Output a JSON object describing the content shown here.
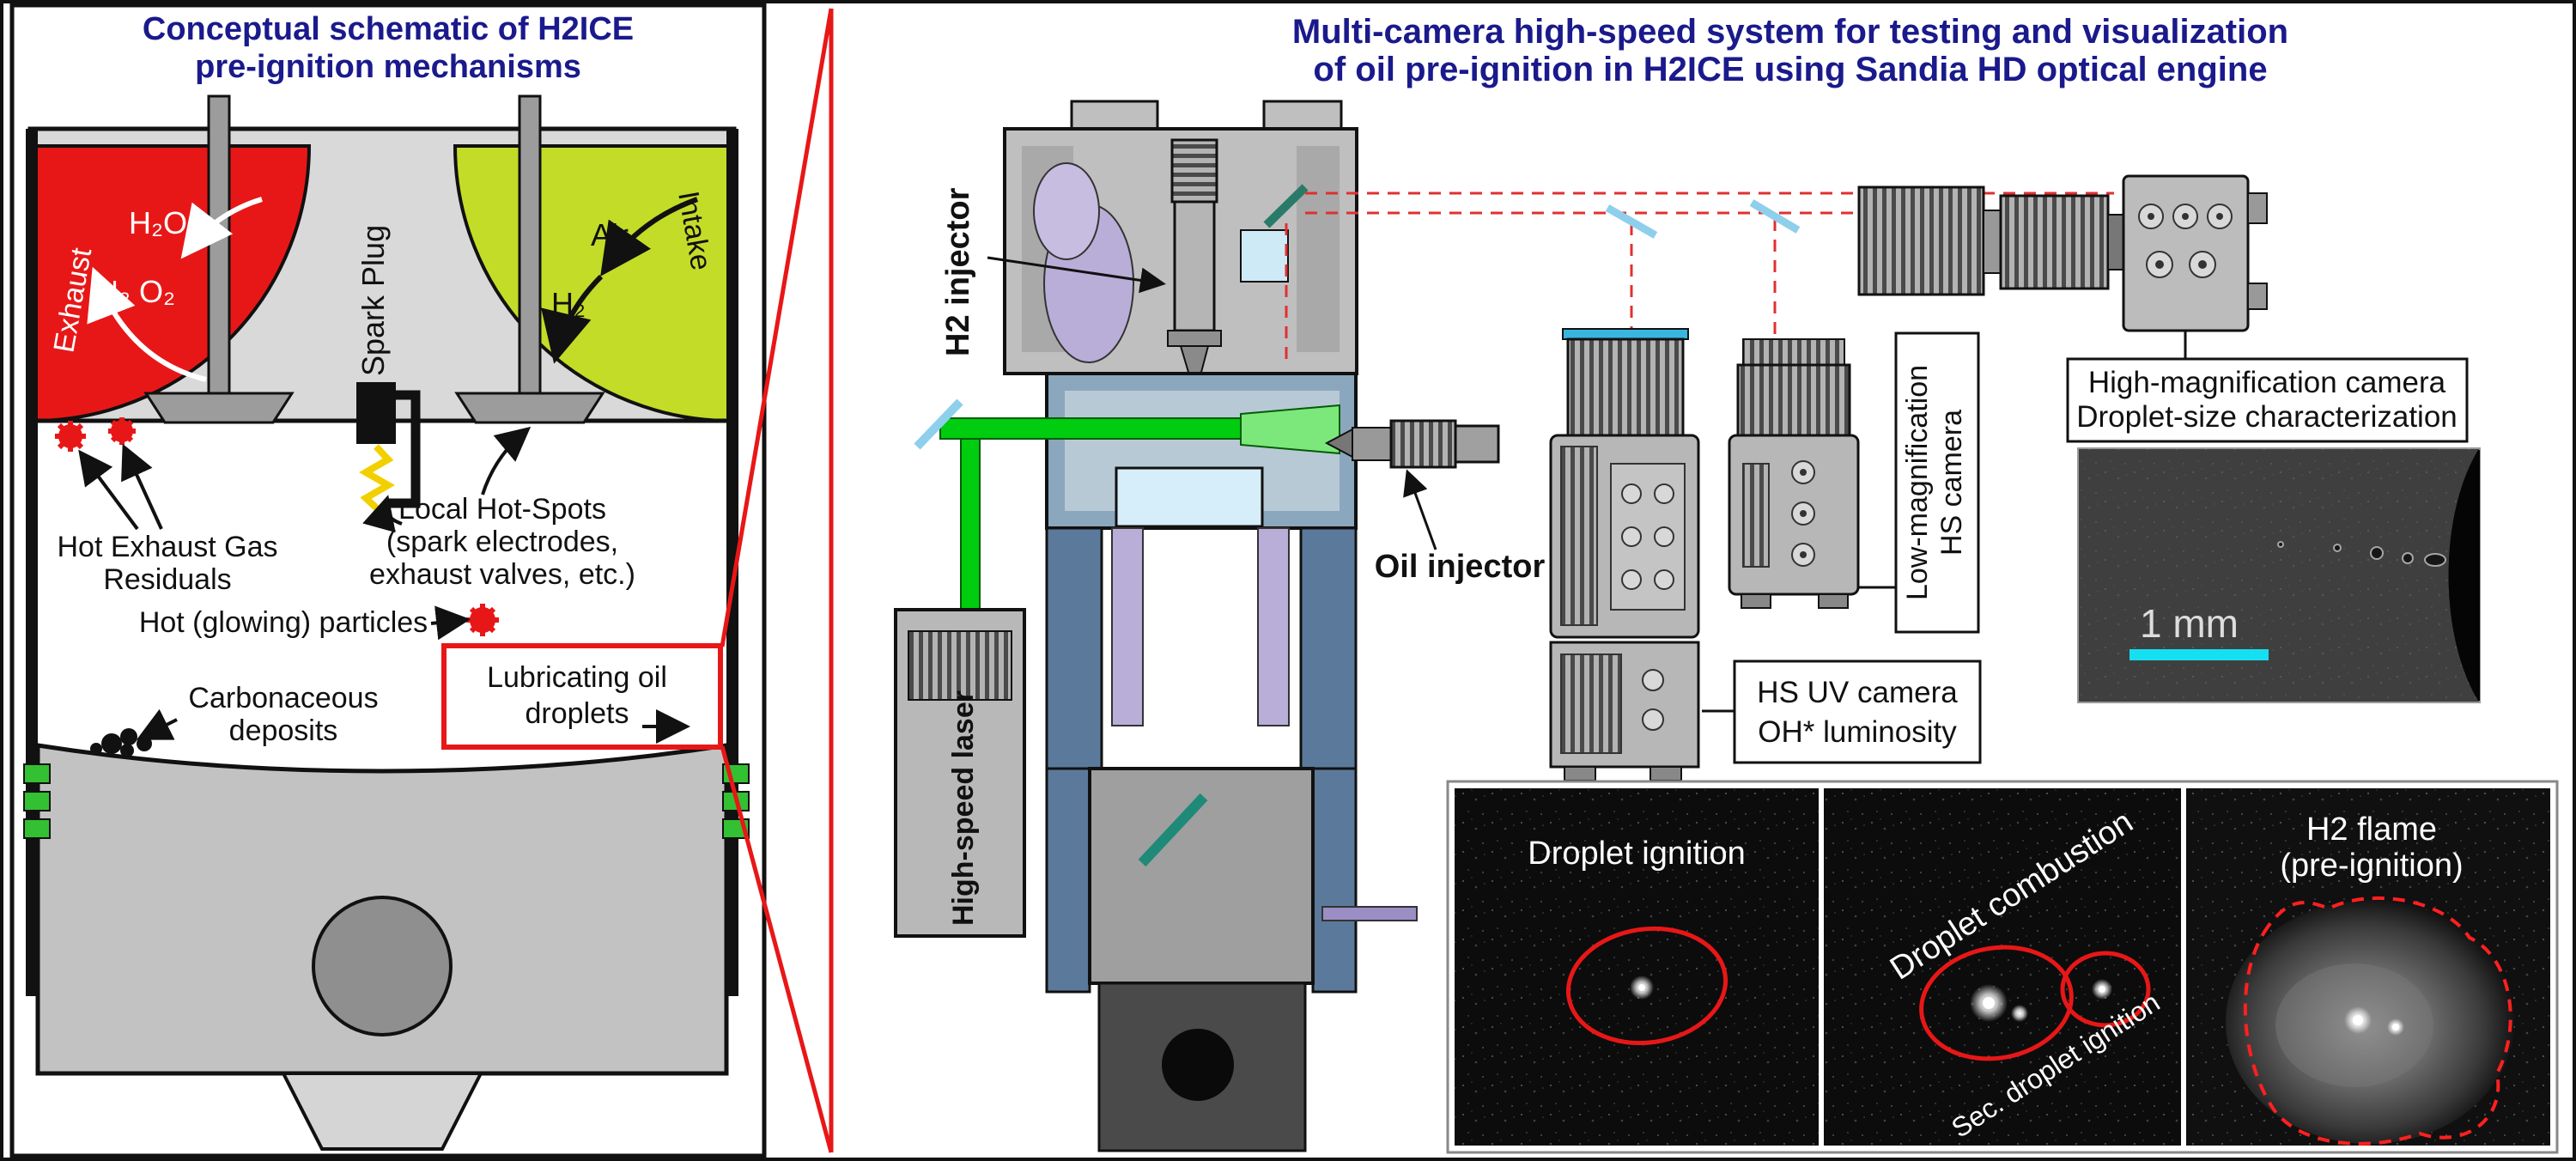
{
  "colors": {
    "title_navy": "#1a1a8c",
    "exhaust_red": "#e81717",
    "intake_green": "#c3dc28",
    "laser_green": "#00cc10",
    "mirror_blue": "#8ecfec",
    "scalebar_cyan": "#17dff2",
    "zoom_line_red": "#e81717"
  },
  "left": {
    "title": [
      "Conceptual schematic of H2ICE",
      "pre-ignition mechanisms"
    ],
    "exhaust": "Exhaust",
    "intake": "Intake",
    "h2o": "H₂O",
    "n2_o2": "N₂ O₂",
    "air": "Air",
    "h2": "H₂",
    "spark_plug": "Spark Plug",
    "hot_exhaust_residuals": [
      "Hot Exhaust Gas",
      "Residuals"
    ],
    "local_hot_spots": [
      "Local Hot-Spots",
      "(spark electrodes,",
      "exhaust valves, etc.)"
    ],
    "hot_particles": "Hot (glowing) particles",
    "carbonaceous": [
      "Carbonaceous",
      "deposits"
    ],
    "lubricating_oil": [
      "Lubricating oil",
      "droplets"
    ]
  },
  "right": {
    "title": [
      "Multi-camera high-speed system for testing and visualization",
      "of oil pre-ignition in H2ICE using Sandia HD optical engine"
    ],
    "h2_injector": "H2 injector",
    "oil_injector": "Oil injector",
    "laser": "High-speed laser",
    "low_mag": [
      "Low-magnification",
      "HS camera"
    ],
    "uv_camera": [
      "HS UV camera",
      "OH* luminosity"
    ],
    "high_mag": [
      "High-magnification camera",
      "Droplet-size characterization"
    ],
    "scale_bar": "1 mm",
    "img1_label": "Droplet ignition",
    "img2_label": "Droplet combustion",
    "img2_label2": "Sec. droplet ignition",
    "img3_label": [
      "H2 flame",
      "(pre-ignition)"
    ]
  }
}
